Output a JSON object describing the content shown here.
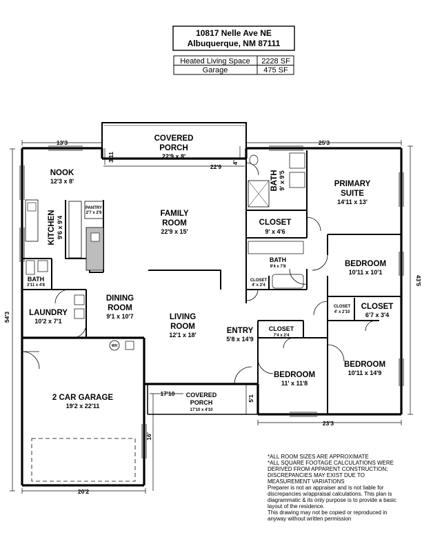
{
  "header": {
    "address_line1": "10817 Nelle Ave NE",
    "address_line2": "Albuquerque, NM 87111",
    "area_table": [
      {
        "label": "Heated Living Space",
        "value": "2228 SF"
      },
      {
        "label": "Garage",
        "value": "475 SF"
      }
    ]
  },
  "rooms": {
    "covered_porch_top": {
      "name": "COVERED\nPORCH",
      "dims": "22'9 x 8'"
    },
    "nook": {
      "name": "NOOK",
      "dims": "12'3 x 8'"
    },
    "kitchen": {
      "name": "KITCHEN",
      "dims": "9'6 x 9'4"
    },
    "pantry": {
      "name": "PANTRY",
      "dims": "2'7 x 2'6"
    },
    "family_room": {
      "name": "FAMILY\nROOM",
      "dims": "22'9 x 15'"
    },
    "bath_small": {
      "name": "BATH",
      "dims": "3'11 x 4'8"
    },
    "laundry": {
      "name": "LAUNDRY",
      "dims": "10'2 x 7'1"
    },
    "dining_room": {
      "name": "DINING\nROOM",
      "dims": "9'1 x 10'7"
    },
    "living_room": {
      "name": "LIVING\nROOM",
      "dims": "12'1 x 18'"
    },
    "entry": {
      "name": "ENTRY",
      "dims": "5'8 x 14'9"
    },
    "bath_primary": {
      "name": "BATH",
      "dims": "9' x 9'5"
    },
    "primary_suite": {
      "name": "PRIMARY\nSUITE",
      "dims": "14'11 x 13'"
    },
    "closet_primary": {
      "name": "CLOSET",
      "dims": "9' x 4'6"
    },
    "bath_hall": {
      "name": "BATH",
      "dims": "9'4 x 7'8"
    },
    "closet_hall": {
      "name": "CLOSET",
      "dims": "4' x 2'4"
    },
    "bedroom_ne": {
      "name": "BEDROOM",
      "dims": "10'11 x 10'1"
    },
    "closet_small": {
      "name": "CLOSET",
      "dims": "4' x 2'10"
    },
    "closet_large": {
      "name": "CLOSET",
      "dims": "6'7 x 3'4"
    },
    "closet_entry": {
      "name": "CLOSET",
      "dims": "7'4 x 2'4"
    },
    "bedroom_mid": {
      "name": "BEDROOM",
      "dims": "11' x 11'8"
    },
    "bedroom_se": {
      "name": "BEDROOM",
      "dims": "10'11 x 14'9"
    },
    "garage": {
      "name": "2 CAR GARAGE",
      "dims": "19'2 x 22'11"
    },
    "covered_porch_front": {
      "name": "COVERED\nPORCH",
      "dims": "17'10 x 4'10"
    }
  },
  "dimensions": {
    "top_left": "13'3",
    "top_right": "25'3",
    "porch_width": "22'9",
    "porch_depth": "3'11",
    "porch_right": "4'",
    "left_total": "54'3",
    "right_total": "43'5",
    "bottom_right": "23'3",
    "bottom_left": "20'2",
    "garage_side": "16'",
    "front_porch_width": "17'10",
    "front_porch_depth": "5'1"
  },
  "labels": {
    "water_heater": "WH"
  },
  "notes": [
    "*ALL ROOM SIZES ARE APPROXIMATE",
    "*ALL SQUARE FOOTAGE CALCULATIONS WERE",
    "DERIVED FROM APPARENT CONSTRUCTION;",
    "DISCREPANCIES MAY EXIST DUE TO",
    "MEASUREMENT VARIATIONS",
    "Preparer is not an appraiser and is not liable for",
    "discrepancies w/appraisal calculations.  This plan is",
    "diagrammatic & its only purpose is to provide a basic",
    "layout of the residence.",
    "This drawing may not be copied or reproduced in",
    "anyway without written permission"
  ]
}
